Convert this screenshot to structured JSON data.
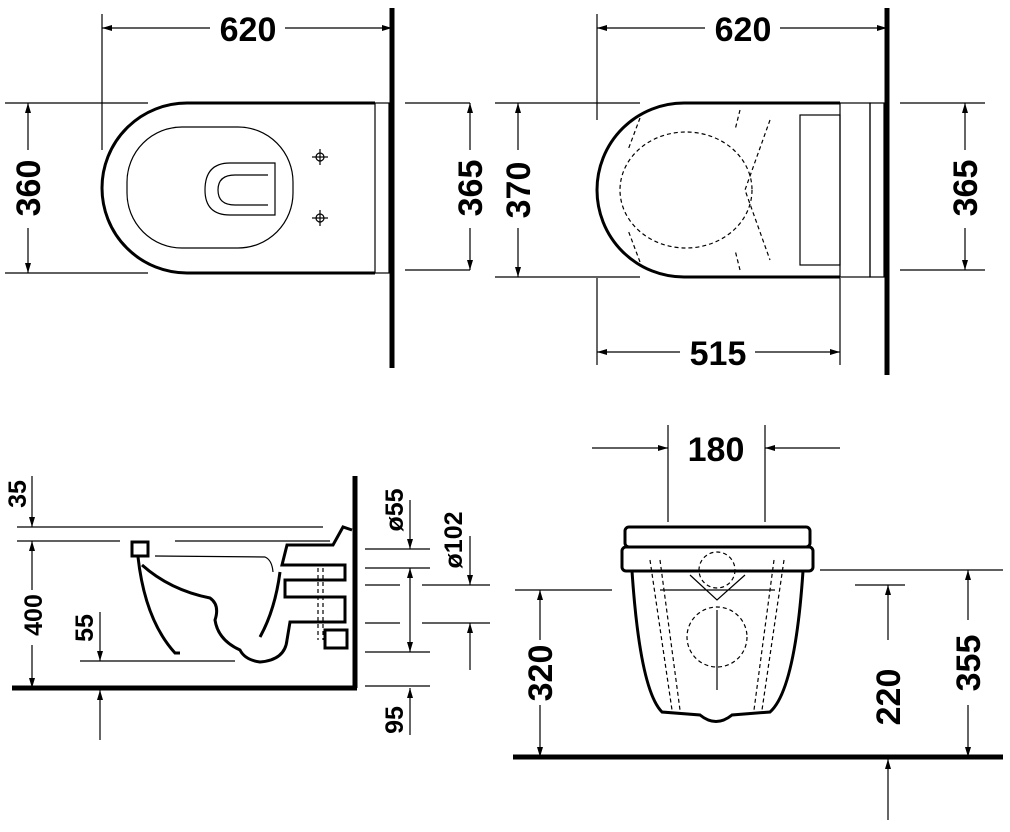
{
  "top_left_view": {
    "width": "620",
    "depth": "360"
  },
  "top_right_view": {
    "width": "620",
    "depth_left": "365",
    "depth_seat": "370",
    "depth_right": "365",
    "length": "515"
  },
  "side_view": {
    "seat_top": "35",
    "height": "400",
    "bowl_floor": "55",
    "outlet_diameter_small": "ø55",
    "outlet_diameter_large": "ø102",
    "outlet_offset": "95"
  },
  "front_view": {
    "bolt_spacing": "180",
    "height_left": "320",
    "inlet_height": "220",
    "height_right": "355"
  }
}
